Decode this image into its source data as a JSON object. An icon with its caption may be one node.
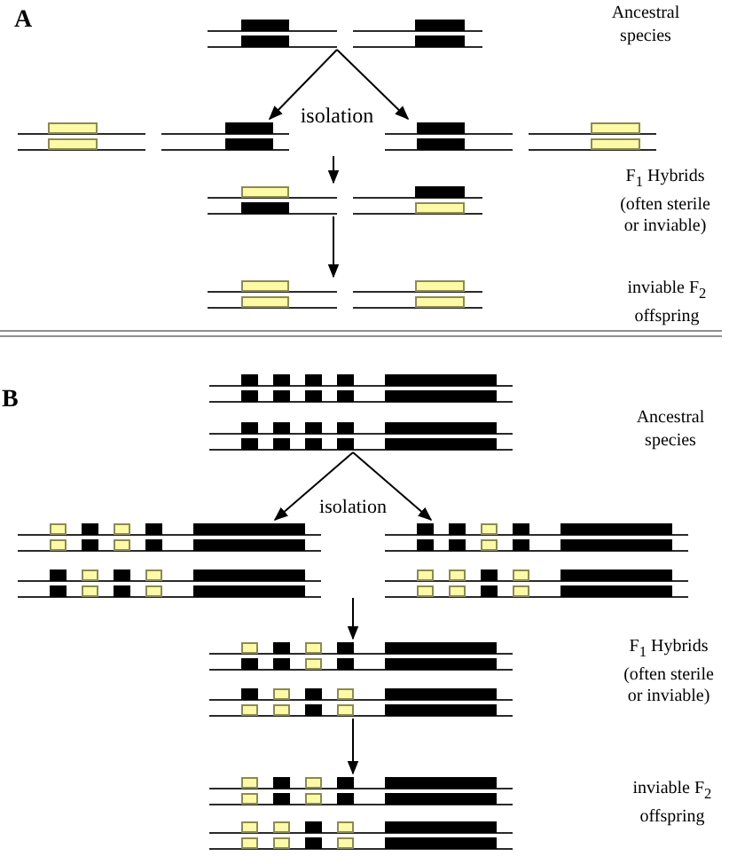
{
  "diagram": {
    "nodes": [
      {
        "text": [],
        "shape": "picture"
      },
      {
        "text": [],
        "shape": "picture"
      },
      {
        "text": [],
        "shape": "picture"
      },
      {
        "text": [],
        "shape": "picture"
      },
      {
        "text": [],
        "shape": "picture"
      },
      {
        "text": [],
        "shape": "picture"
      },
      {
        "text": [],
        "shape": "picture"
      },
      {
        "text": [],
        "shape": "picture"
      },
      {
        "text": [],
        "shape": "picture"
      },
      {
        "text": [],
        "shape": "picture"
      }
    ],
    "edges": [
      {
        "from": 0,
        "to": 1,
        "arrow": "to"
      },
      {
        "from": 0,
        "to": 2,
        "arrow": "to"
      },
      {
        "from": null,
        "to": 3,
        "arrow": "to"
      },
      {
        "from": 3,
        "to": 4,
        "arrow": "to"
      },
      {
        "from": 5,
        "to": 6,
        "arrow": "to"
      },
      {
        "from": 5,
        "to": 7,
        "arrow": "to"
      },
      {
        "from": null,
        "to": 8,
        "arrow": "to"
      },
      {
        "from": 8,
        "to": 9,
        "arrow": "to"
      }
    ],
    "labels": [
      "A",
      "Ancestral species",
      "isolation",
      "F$_{1}$ Hybrids (often sterile or inviable)",
      "inviable F$_{2}$ offspring",
      "B",
      "Ancestral species",
      "isolation",
      "F$_{1}$ Hybrids (often sterile or inviable)",
      "inviable F$_{2}$ offspring"
    ]
  }
}
